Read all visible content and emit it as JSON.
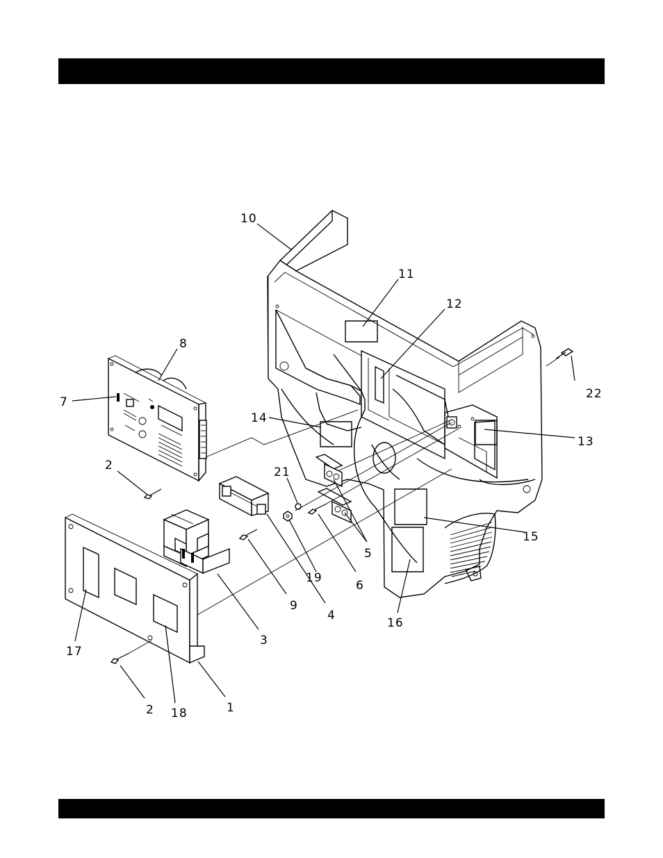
{
  "callouts": {
    "c1": "1",
    "c2a": "2",
    "c2b": "2",
    "c3": "3",
    "c4": "4",
    "c5": "5",
    "c6": "6",
    "c7": "7",
    "c8": "8",
    "c9": "9",
    "c10": "10",
    "c11": "11",
    "c12": "12",
    "c13": "13",
    "c14": "14",
    "c15": "15",
    "c16": "16",
    "c17": "17",
    "c18": "18",
    "c19": "19",
    "c21": "21",
    "c22": "22"
  }
}
